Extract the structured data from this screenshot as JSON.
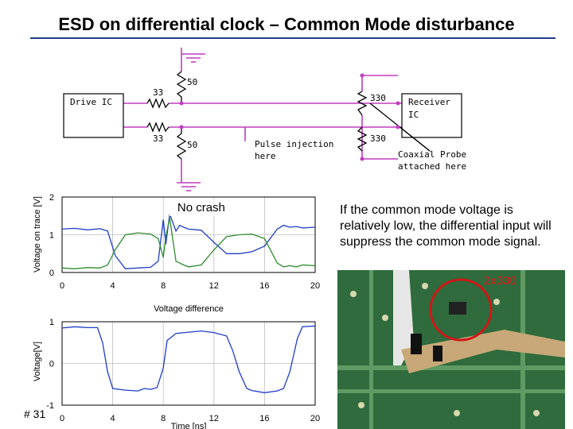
{
  "slide": {
    "title": "ESD on differential clock – Common Mode disturbance",
    "page_number": "# 31",
    "note": "If the common mode voltage is relatively low, the differential input will suppress the common mode signal.",
    "photo_label": "2x330"
  },
  "schematic": {
    "drive_label": "Drive IC",
    "receiver_label_1": "Receiver",
    "receiver_label_2": "IC",
    "r_series_top": "33",
    "r_series_bot": "33",
    "r_shunt_top": "50",
    "r_shunt_bot": "50",
    "r_term_top": "330",
    "r_term_bot": "330",
    "pulse_label_1": "Pulse injection",
    "pulse_label_2": "here",
    "probe_label_1": "Coaxial Probe",
    "probe_label_2": "attached here"
  },
  "chart_data": [
    {
      "type": "line",
      "title": "",
      "annotation": "No crash",
      "xlabel": "",
      "ylabel": "Voltage on trace [V]",
      "xlim": [
        0,
        20
      ],
      "ylim": [
        0,
        2
      ],
      "xticks": [
        "0",
        "4",
        "8",
        "12",
        "16",
        "20"
      ],
      "yticks": [
        "0",
        "1",
        "2"
      ],
      "series": [
        {
          "color": "#1f3cc8",
          "x": [
            0,
            1,
            2,
            3,
            3.6,
            4.2,
            5,
            6,
            7,
            7.6,
            8,
            8.2,
            8.5,
            9,
            9.3,
            9.6,
            10,
            11,
            12,
            13,
            14,
            15,
            16,
            17,
            17.5,
            18,
            18.5,
            19,
            20
          ],
          "y": [
            1.15,
            1.17,
            1.13,
            1.16,
            1.1,
            0.45,
            0.1,
            0.12,
            0.14,
            0.3,
            1.4,
            0.75,
            1.55,
            1.1,
            1.25,
            1.2,
            1.15,
            1.12,
            0.8,
            0.5,
            0.5,
            0.55,
            0.7,
            1.15,
            1.25,
            1.2,
            1.22,
            1.18,
            1.2
          ]
        },
        {
          "color": "#2e8b2e",
          "x": [
            0,
            1,
            2,
            3,
            3.6,
            4.2,
            5,
            6,
            7,
            7.6,
            8,
            8.2,
            8.5,
            9,
            9.3,
            9.6,
            10,
            11,
            12,
            13,
            14,
            15,
            16,
            17,
            17.5,
            18,
            18.5,
            19,
            20
          ],
          "y": [
            0.12,
            0.1,
            0.13,
            0.12,
            0.2,
            0.6,
            1.0,
            1.05,
            1.02,
            0.9,
            0.4,
            0.95,
            1.45,
            0.3,
            0.25,
            0.2,
            0.15,
            0.2,
            0.6,
            0.95,
            1.0,
            1.02,
            0.9,
            0.25,
            0.15,
            0.18,
            0.15,
            0.2,
            0.18
          ]
        }
      ]
    },
    {
      "type": "line",
      "title": "Voltage difference",
      "xlabel": "Time [ns]",
      "ylabel": "Voltage[V]",
      "xlim": [
        0,
        20
      ],
      "ylim": [
        -1,
        1
      ],
      "xticks": [
        "0",
        "4",
        "8",
        "12",
        "16",
        "20"
      ],
      "yticks": [
        "-1",
        "0",
        "1"
      ],
      "series": [
        {
          "color": "#1f3cc8",
          "x": [
            0,
            1,
            2,
            2.8,
            3.2,
            3.6,
            4,
            5,
            6,
            6.5,
            7,
            7.5,
            7.8,
            8,
            8.3,
            9,
            10,
            11,
            12,
            13,
            13.5,
            14,
            14.6,
            15,
            16,
            17,
            17.5,
            18,
            18.6,
            19,
            20
          ],
          "y": [
            0.85,
            0.88,
            0.86,
            0.86,
            0.5,
            -0.2,
            -0.6,
            -0.64,
            -0.66,
            -0.6,
            -0.62,
            -0.58,
            -0.3,
            -0.1,
            0.55,
            0.72,
            0.75,
            0.78,
            0.74,
            0.66,
            0.3,
            -0.2,
            -0.6,
            -0.65,
            -0.7,
            -0.66,
            -0.6,
            -0.2,
            0.6,
            0.88,
            0.9
          ]
        }
      ]
    }
  ]
}
